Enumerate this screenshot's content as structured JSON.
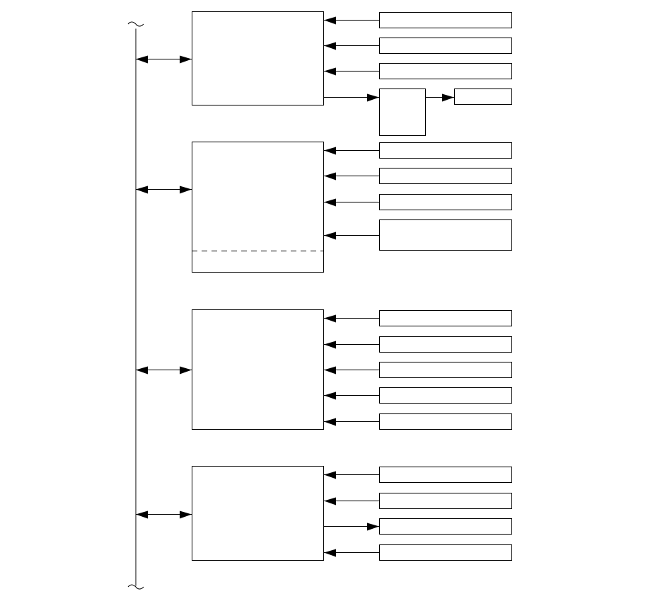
{
  "diagram": {
    "line_color": "#000000",
    "background": "#ffffff",
    "bus": {
      "label": ""
    },
    "units": [
      {
        "label": "",
        "inputs": [
          {
            "label": "",
            "direction": "in"
          },
          {
            "label": "",
            "direction": "in"
          },
          {
            "label": "",
            "direction": "in"
          }
        ],
        "outputs": [
          {
            "label": "",
            "direction": "out",
            "via": {
              "label": ""
            },
            "target": {
              "label": ""
            }
          }
        ]
      },
      {
        "label": "",
        "has_divider": true,
        "inputs": [
          {
            "label": "",
            "direction": "in"
          },
          {
            "label": "",
            "direction": "in"
          },
          {
            "label": "",
            "direction": "in"
          },
          {
            "label": "",
            "direction": "in"
          }
        ]
      },
      {
        "label": "",
        "inputs": [
          {
            "label": "",
            "direction": "in"
          },
          {
            "label": "",
            "direction": "in"
          },
          {
            "label": "",
            "direction": "in"
          },
          {
            "label": "",
            "direction": "in"
          },
          {
            "label": "",
            "direction": "in"
          }
        ]
      },
      {
        "label": "",
        "inputs": [
          {
            "label": "",
            "direction": "in"
          },
          {
            "label": "",
            "direction": "in"
          },
          {
            "label": "",
            "direction": "out"
          },
          {
            "label": "",
            "direction": "in"
          }
        ]
      }
    ]
  }
}
